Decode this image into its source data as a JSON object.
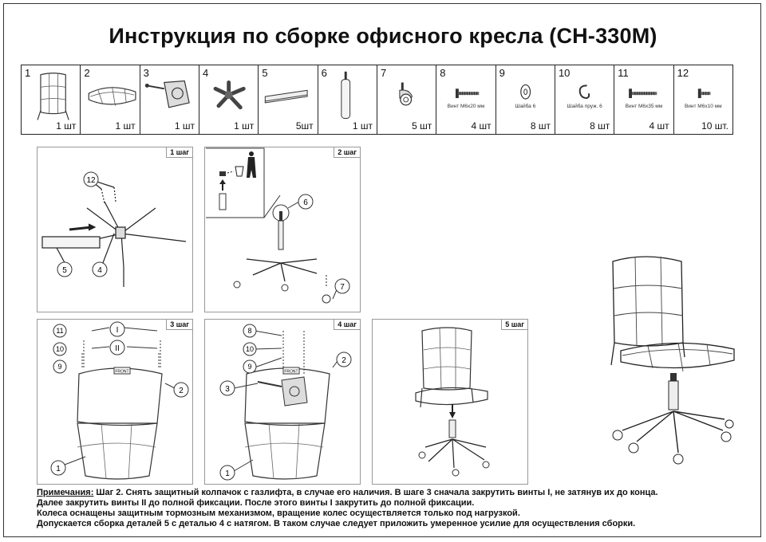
{
  "title": "Инструкция по сборке офисного кресла (CH-330M)",
  "parts": [
    {
      "num": "1",
      "qty": "1 шт",
      "caption": "",
      "icon": "backrest-icon"
    },
    {
      "num": "2",
      "qty": "1 шт",
      "caption": "",
      "icon": "seat-icon"
    },
    {
      "num": "3",
      "qty": "1 шт",
      "caption": "",
      "icon": "mechanism-icon"
    },
    {
      "num": "4",
      "qty": "1 шт",
      "caption": "",
      "icon": "base-icon"
    },
    {
      "num": "5",
      "qty": "5шт",
      "caption": "",
      "icon": "plate-icon"
    },
    {
      "num": "6",
      "qty": "1 шт",
      "caption": "",
      "icon": "gas-lift-icon"
    },
    {
      "num": "7",
      "qty": "5 шт",
      "caption": "",
      "icon": "caster-icon"
    },
    {
      "num": "8",
      "qty": "4 шт",
      "caption": "Винт M6x20 мм",
      "icon": "screw-icon"
    },
    {
      "num": "9",
      "qty": "8 шт",
      "caption": "Шайба 6",
      "icon": "washer-icon"
    },
    {
      "num": "10",
      "qty": "8 шт",
      "caption": "Шайба пруж. 6",
      "icon": "spring-washer-icon"
    },
    {
      "num": "11",
      "qty": "4 шт",
      "caption": "Винт M6x35 мм",
      "icon": "screw-icon"
    },
    {
      "num": "12",
      "qty": "10 шт.",
      "caption": "Винт M6x10 мм",
      "icon": "screw-icon"
    }
  ],
  "steps": {
    "s1": {
      "label": "1 шаг",
      "callouts": [
        "12",
        "5",
        "4"
      ]
    },
    "s2": {
      "label": "2 шаг",
      "callouts": [
        "6",
        "7"
      ]
    },
    "s3": {
      "label": "3 шаг",
      "callouts": [
        "11",
        "10",
        "9",
        "I",
        "II",
        "2",
        "1"
      ],
      "front": "FRONT"
    },
    "s4": {
      "label": "4 шаг",
      "callouts": [
        "8",
        "10",
        "9",
        "2",
        "3",
        "1"
      ],
      "front": "FRONT"
    },
    "s5": {
      "label": "5 шаг"
    }
  },
  "notes": {
    "lead": "Примечания:",
    "line1": " Шаг 2. Снять защитный колпачок с газлифта, в случае его наличия. В шаге 3 сначала закрутить винты I, не затянув их до конца.",
    "line2": "Далее закрутить винты II до полной фиксации. После этого винты I закрутить до полной фиксации.",
    "line3": "Колеса оснащены защитным тормозным механизмом, вращение колес осуществляется только под нагрузкой.",
    "line4": "Допускается сборка деталей 5 с деталью 4 с натягом. В таком случае следует приложить умеренное усилие для осуществления сборки."
  }
}
